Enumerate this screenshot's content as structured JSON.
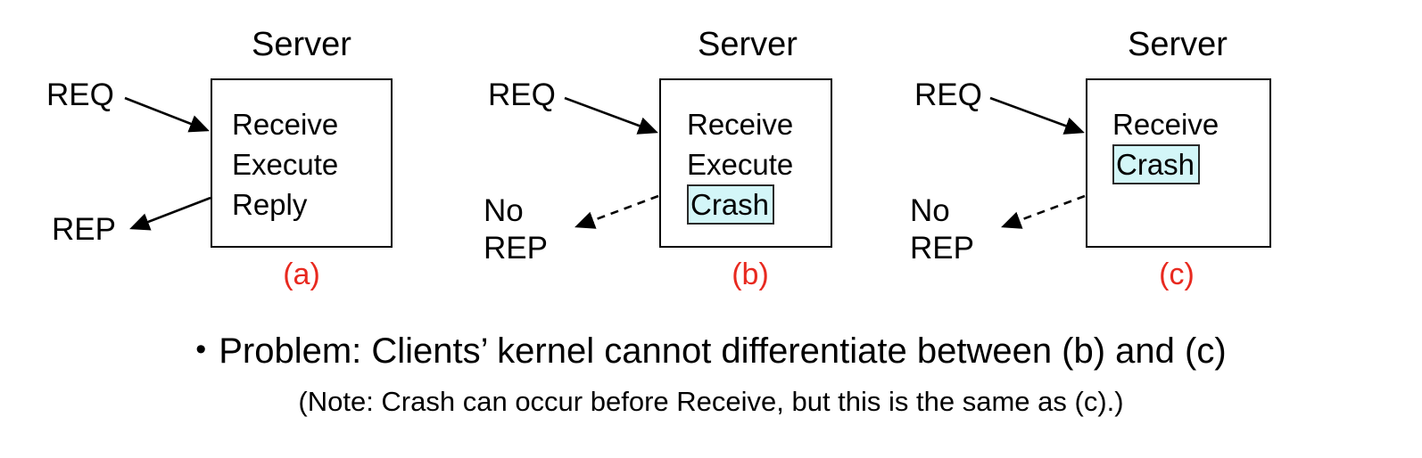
{
  "slide": {
    "panels": [
      {
        "id": "a",
        "title": "Server",
        "caption": "(a)",
        "in_label": "REQ",
        "out_label": "REP",
        "out_label_line2": "",
        "steps": [
          "Receive",
          "Execute",
          "Reply"
        ],
        "crash_step_index": -1,
        "reply_arrow_style": "solid"
      },
      {
        "id": "b",
        "title": "Server",
        "caption": "(b)",
        "in_label": "REQ",
        "out_label": "No",
        "out_label_line2": "REP",
        "steps": [
          "Receive",
          "Execute",
          "Crash"
        ],
        "crash_step_index": 2,
        "reply_arrow_style": "dashed"
      },
      {
        "id": "c",
        "title": "Server",
        "caption": "(c)",
        "in_label": "REQ",
        "out_label": "No",
        "out_label_line2": "REP",
        "steps": [
          "Receive",
          "Crash"
        ],
        "crash_step_index": 1,
        "reply_arrow_style": "dashed"
      }
    ],
    "bullet": {
      "marker": "•",
      "text": "Problem: Clients’ kernel cannot differentiate between (b) and (c)"
    },
    "note": "(Note: Crash can occur before Receive, but this is the same as (c).)",
    "colors": {
      "caption_red": "#e8291f",
      "crash_fill": "#d3f6f8",
      "crash_border": "#2b2b2b",
      "box_border": "#000000",
      "text": "#000000",
      "background": "#ffffff"
    }
  }
}
